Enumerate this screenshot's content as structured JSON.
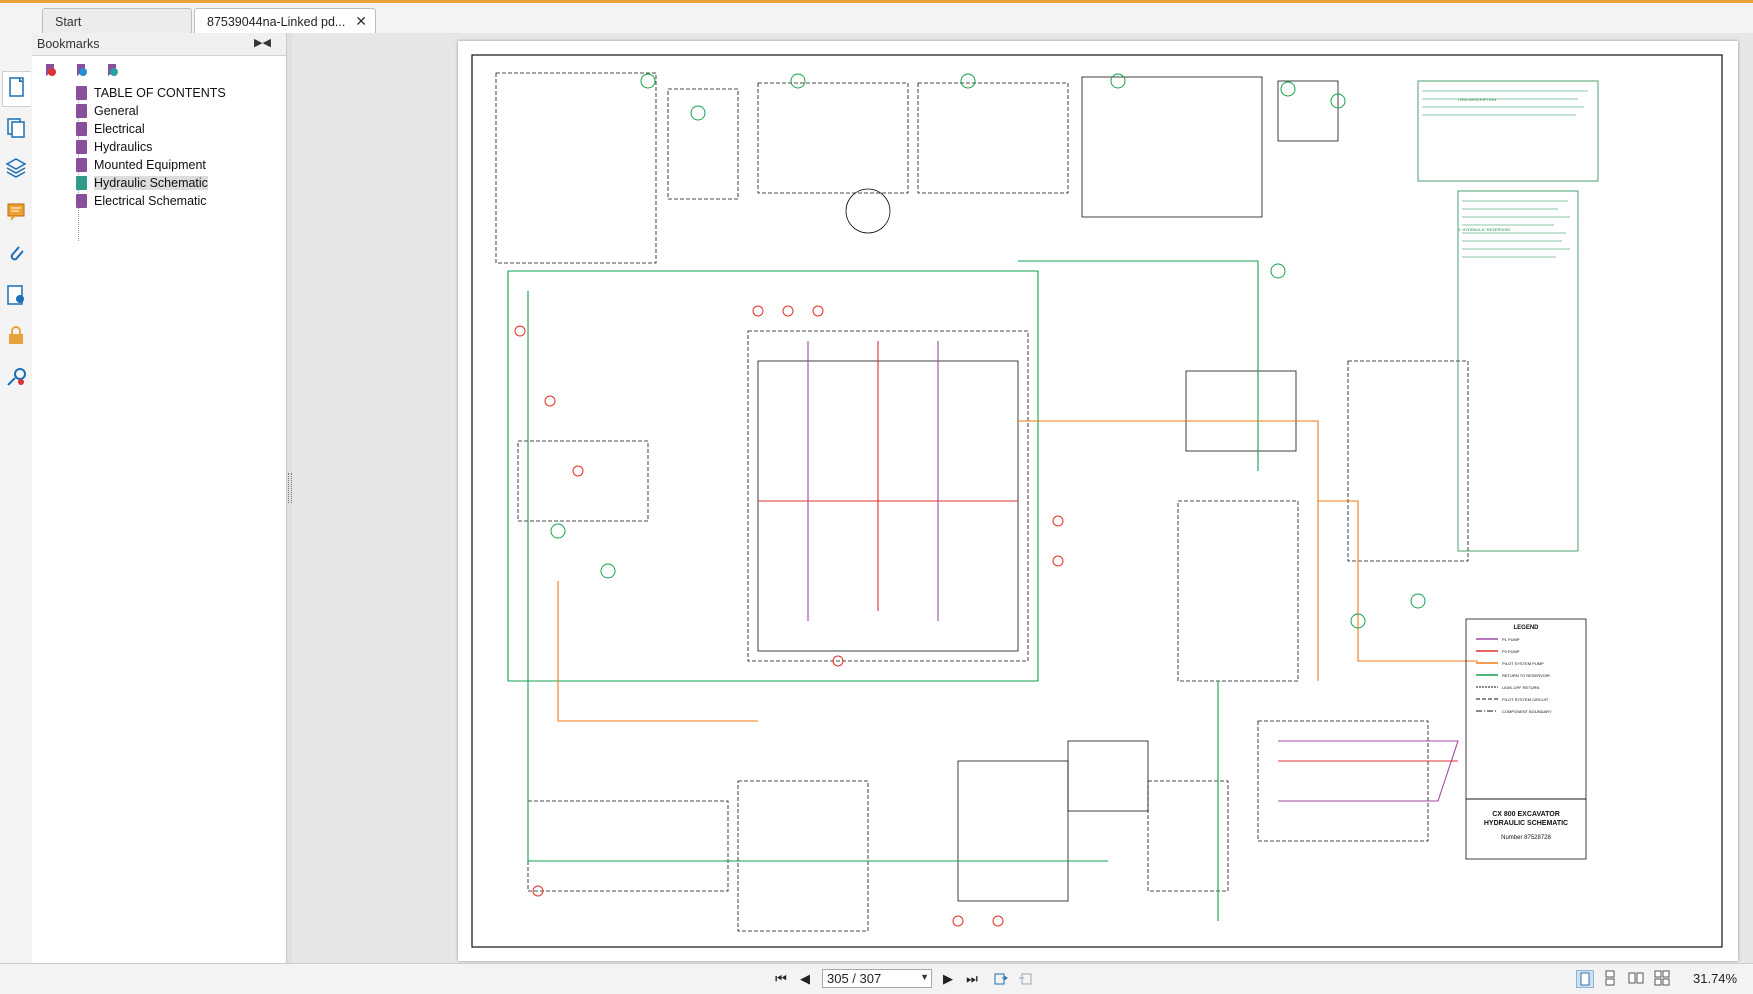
{
  "tabs": [
    {
      "label": "Start"
    },
    {
      "label": "87539044na-Linked pd..."
    }
  ],
  "bookmarks": {
    "title": "Bookmarks",
    "items": [
      {
        "label": "TABLE OF CONTENTS"
      },
      {
        "label": "General"
      },
      {
        "label": "Electrical"
      },
      {
        "label": "Hydraulics"
      },
      {
        "label": "Mounted Equipment"
      },
      {
        "label": "Hydraulic Schematic"
      },
      {
        "label": "Electrical Schematic"
      }
    ]
  },
  "document": {
    "title_line1": "CX 800 EXCAVATOR",
    "title_line2": "HYDRAULIC SCHEMATIC",
    "number": "Number 87528728",
    "legend_title": "LEGEND",
    "legend_items": [
      {
        "label": "P1 PUMP",
        "color": "#a349a4"
      },
      {
        "label": "P2 PUMP",
        "color": "#e0312b"
      },
      {
        "label": "PILOT SYSTEM PUMP",
        "color": "#f07a1a"
      },
      {
        "label": "RETURN TO RESERVOIR",
        "color": "#12a24b"
      },
      {
        "label": "LEAK-OFF RETURN",
        "color": "#1a1a1a"
      },
      {
        "label": "PILOT SYSTEM CIRCUIT",
        "color": "#1a1a1a"
      },
      {
        "label": "COMPONENT BOUNDARY",
        "color": "#1a1a1a"
      }
    ]
  },
  "navigation": {
    "page_value": "305 / 307",
    "zoom": "31.74%"
  },
  "colors": {
    "p1": "#a349a4",
    "p2": "#e0312b",
    "pilot": "#f07a1a",
    "return": "#12a24b",
    "accent": "#e8a33c"
  }
}
